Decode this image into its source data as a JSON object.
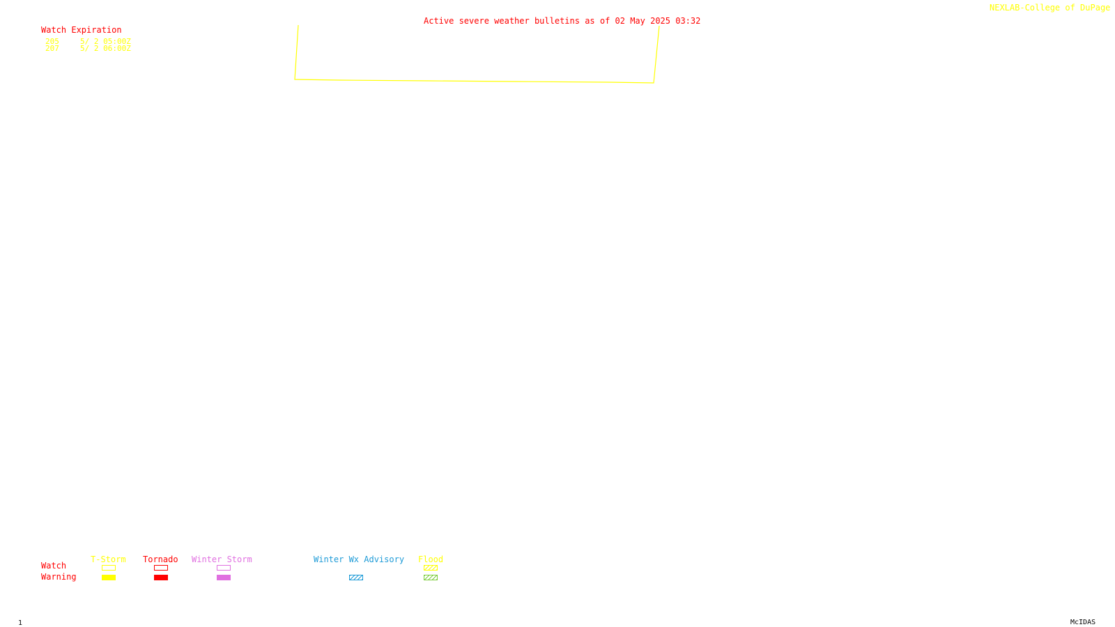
{
  "header": {
    "title": "Active severe weather bulletins as of 02 May 2025 03:32",
    "credit": "NEXLAB-College of DuPage"
  },
  "watch_table": {
    "title": "Watch Expiration",
    "rows": [
      {
        "id": "205",
        "expires": "5/ 2 05:00Z"
      },
      {
        "id": "207",
        "expires": "5/ 2 06:00Z"
      }
    ]
  },
  "map": {
    "watch_outline_color": "#ffff00"
  },
  "legend": {
    "row_labels": {
      "watch": "Watch",
      "warning": "Warning"
    },
    "categories": [
      {
        "name": "T-Storm",
        "color": "#ffff00",
        "watch_style": "outline",
        "warning_style": "filled"
      },
      {
        "name": "Tornado",
        "color": "#ff0000",
        "watch_style": "outline",
        "warning_style": "filled"
      },
      {
        "name": "Winter Storm",
        "color": "#e070e0",
        "watch_style": "outline",
        "warning_style": "filled"
      },
      {
        "name": "Winter Wx Advisory",
        "color": "#1e9bd7",
        "watch_style": "none",
        "warning_style": "hatched"
      },
      {
        "name": "Flood",
        "color": "#ffff00",
        "watch_style": "hatched",
        "warning_style": "hatched",
        "warning_color": "#7ccd3c"
      }
    ]
  },
  "footer": {
    "frame_number": "1",
    "software": "McIDAS"
  }
}
